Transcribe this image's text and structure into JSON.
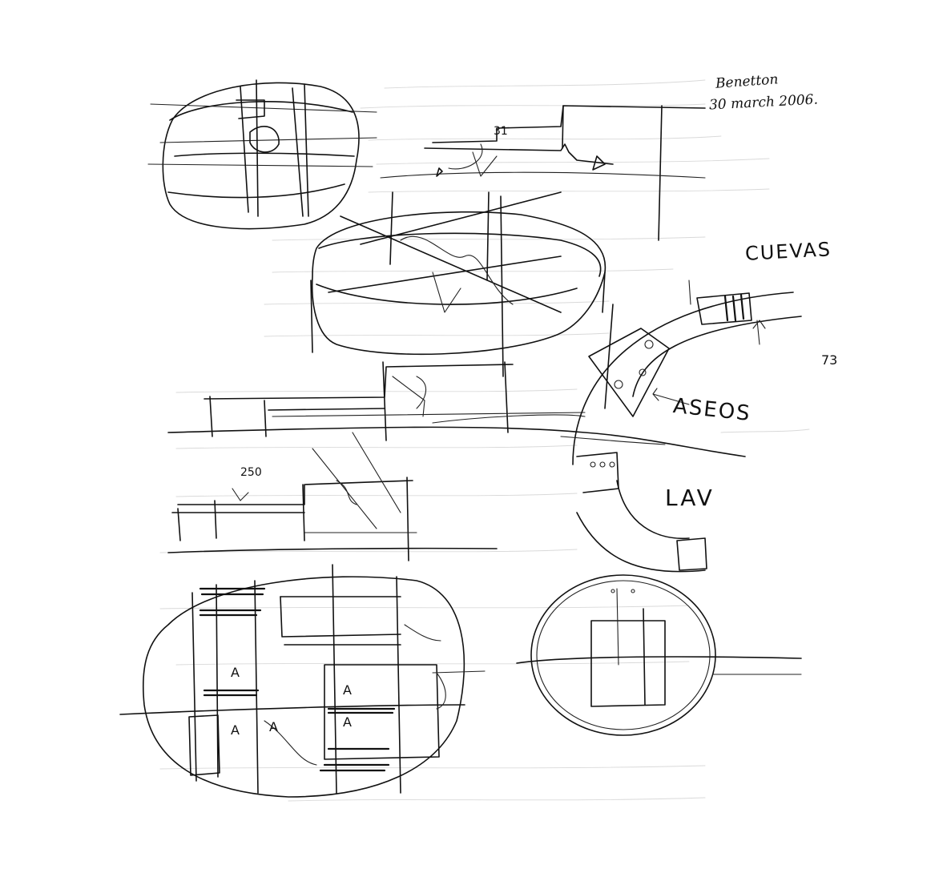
{
  "annotations": {
    "signature": "Benetton",
    "date": "30 march 2006.",
    "page_number": "73",
    "label_cuevas": "CUEVAS",
    "label_aseos": "ASEOS",
    "label_lav": "LAV",
    "dimension_250": "250",
    "dimension_31": "31",
    "room_mark": "A"
  }
}
